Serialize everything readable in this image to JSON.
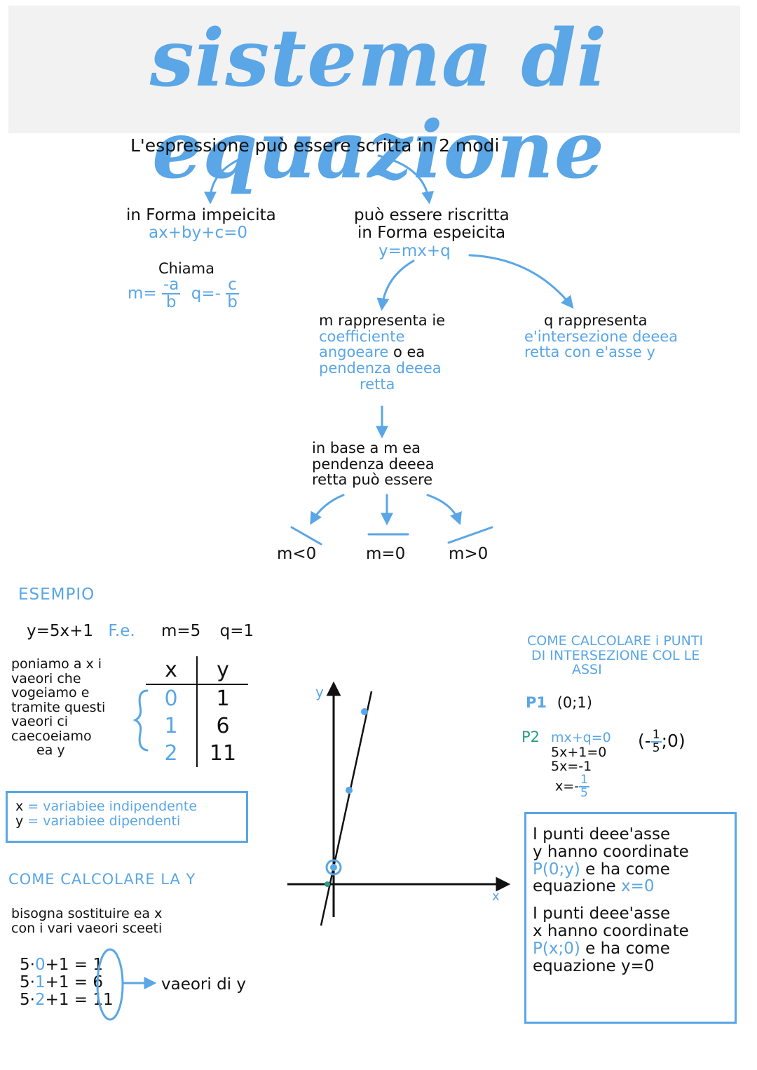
{
  "title": "sistema di equazione",
  "intro": "L'espressione può essere scritta in 2 modi",
  "implicit": {
    "label": "in Forma impeicita",
    "formula": "ax+by+c=0",
    "chiama": "Chiama",
    "m_label": "m=",
    "m_num": "-a",
    "m_den": "b",
    "q_label": "q=-",
    "q_num": "c",
    "q_den": "b"
  },
  "explicit": {
    "line1": "può essere riscritta",
    "line2": "in Forma espeicita",
    "formula": "y=mx+q"
  },
  "m_meaning": {
    "line1": "m rappresenta ie",
    "line2": "coefficiente",
    "line3a": "angoeare",
    "line3b": "o ea",
    "line4": "pendenza deeea",
    "line5": "retta"
  },
  "q_meaning": {
    "line1": "q rappresenta",
    "line2": "e'intersezione deeea",
    "line3": "retta con e'asse y"
  },
  "slope": {
    "line1": "in base a m ea",
    "line2": "pendenza deeea",
    "line3": "retta può essere",
    "cases": [
      "m<0",
      "m=0",
      "m>0"
    ]
  },
  "example": {
    "heading": "ESEMPIO",
    "equation": "y=5x+1",
    "fe": "F.e.",
    "m": "m=5",
    "q": "q=1",
    "desc": [
      "poniamo a x i",
      "vaeori che",
      "vogeiamo e",
      "tramite questi",
      "vaeori ci",
      "caecoeiamo",
      "ea y"
    ],
    "table": {
      "headers": [
        "x",
        "y"
      ],
      "rows": [
        [
          "0",
          "1"
        ],
        [
          "1",
          "6"
        ],
        [
          "2",
          "11"
        ]
      ]
    },
    "vars": {
      "x_sym": "x",
      "x_desc": "= variabiee indipendente",
      "y_sym": "y",
      "y_desc": "= variabiee dipendenti"
    }
  },
  "calc_y": {
    "heading": "COME CALCOLARE LA Y",
    "line1": "bisogna sostituire ea x",
    "line2": "con i vari vaeori sceeti",
    "rows": [
      {
        "pre": "5·",
        "x": "0",
        "post": "+1 =",
        "y": "1"
      },
      {
        "pre": "5·",
        "x": "1",
        "post": "+1 =",
        "y": "6"
      },
      {
        "pre": "5·",
        "x": "2",
        "post": "+1 =",
        "y": "11"
      }
    ],
    "arrow_label": "vaeori di y"
  },
  "graph": {
    "x_axis": "x",
    "y_axis": "y"
  },
  "intersections": {
    "heading1": "COME CALCOLARE i PUNTI",
    "heading2": "DI INTERSEZIONE COL LE",
    "heading3": "ASSI",
    "p1_label": "P1",
    "p1_coords": "(0;1)",
    "p2_label": "P2",
    "p2_l1": "mx+q=0",
    "p2_l2": "5x+1=0",
    "p2_l3": "5x=-1",
    "p2_l4": "x=-",
    "p2_frac_num": "1",
    "p2_frac_den": "5",
    "p2_result_open": "(-",
    "p2_result_close": ";0)"
  },
  "axes_box": {
    "y_l1": "I punti deee'asse",
    "y_l2": "y hanno coordinate",
    "y_pt": "P(0;y)",
    "y_l3": "e ha come",
    "y_l4": "equazione",
    "y_eq": "x=0",
    "x_l1": "I punti deee'asse",
    "x_l2": "x hanno coordinate",
    "x_pt": "P(x;0)",
    "x_l3": "e ha come",
    "x_l4": "equazione y=0"
  },
  "colors": {
    "accent": "#5aa6e6",
    "text": "#111111",
    "teal": "#2b9a86",
    "band": "#f2f2f2"
  }
}
